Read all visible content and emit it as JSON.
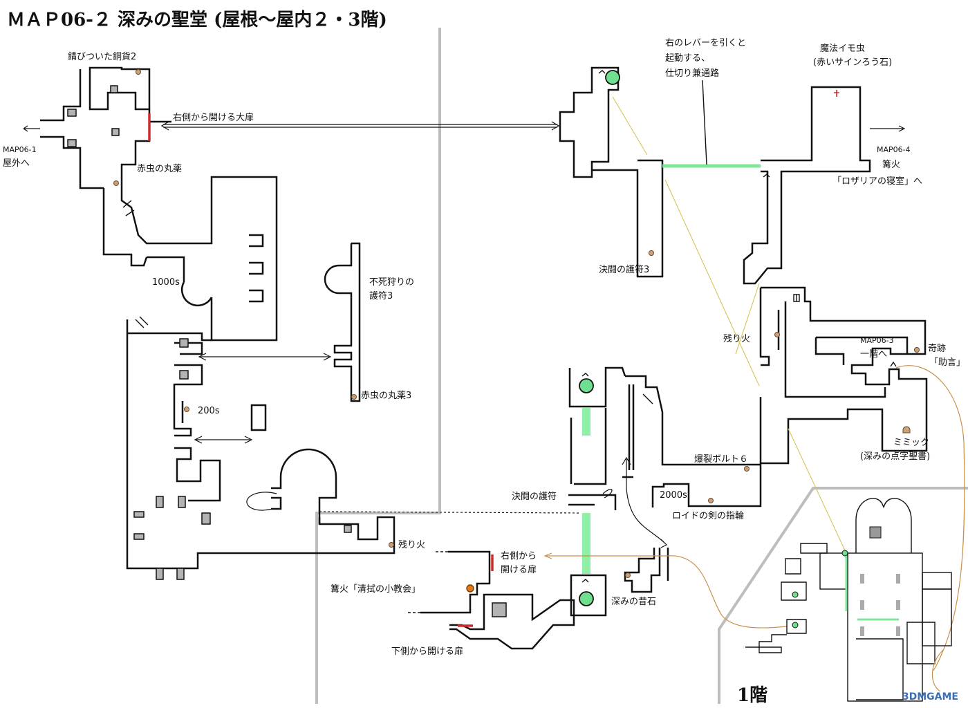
{
  "title": "ＭＡＰ06-２ 深みの聖堂 (屋根～屋内２・3階)",
  "floor_label": "1階",
  "watermark": "3DMGAME",
  "labels": {
    "rusty_coin": "錆びついた銅貨2",
    "big_door": "右側から開ける大扉",
    "map061_a": "MAP06-1",
    "map061_b": "屋外へ",
    "red_bug_pellet": "赤虫の丸薬",
    "souls_1000": "1000s",
    "undead_hunter_a": "不死狩りの",
    "undead_hunter_b": "護符3",
    "red_bug_pellet3": "赤虫の丸薬3",
    "souls_200": "200s",
    "ember_left": "残り火",
    "lever_a": "右のレバーを引くと",
    "lever_b": "起動する、",
    "lever_c": "仕切り兼通路",
    "magic_worm_a": "魔法イモ虫",
    "magic_worm_b": "(赤いサインろう石)",
    "map064_a": "MAP06-4",
    "map064_b": "篝火",
    "map064_c": "「ロザリアの寝室」へ",
    "duel_charm3": "決闘の護符3",
    "ember_right": "残り火",
    "miracle_a": "奇跡",
    "miracle_b": "「助言」",
    "map063_a": "MAP06-3",
    "map063_b": "一階へ",
    "mimic_a": "ミミック",
    "mimic_b": "(深みの点字聖書)",
    "firebomb": "爆裂ボルト６",
    "souls_2000": "2000s",
    "lloyd_ring": "ロイドの剣の指輪",
    "duel_charm": "決闘の護符",
    "right_door_a": "右側から",
    "right_door_b": "開ける扉",
    "bonfire_chapel": "篝火「清拭の小教会」",
    "deep_stone": "深みの昔石",
    "bottom_door": "下側から開ける扉"
  },
  "colors": {
    "lift": "#6fe08f",
    "bridge": "#7fe59b",
    "door": "#cc2a2a",
    "item": "#c9a27a",
    "bonfire": "#e07a1a",
    "route_orange": "#c8914b",
    "route_yellow": "#d6c35a",
    "divider": "#bdbdbd"
  },
  "icons": [
    "item-dot-icon",
    "lift-platform-icon",
    "lever-icon",
    "bonfire-icon",
    "mimic-chest-icon",
    "ember-marker-icon",
    "arrow-icon"
  ]
}
